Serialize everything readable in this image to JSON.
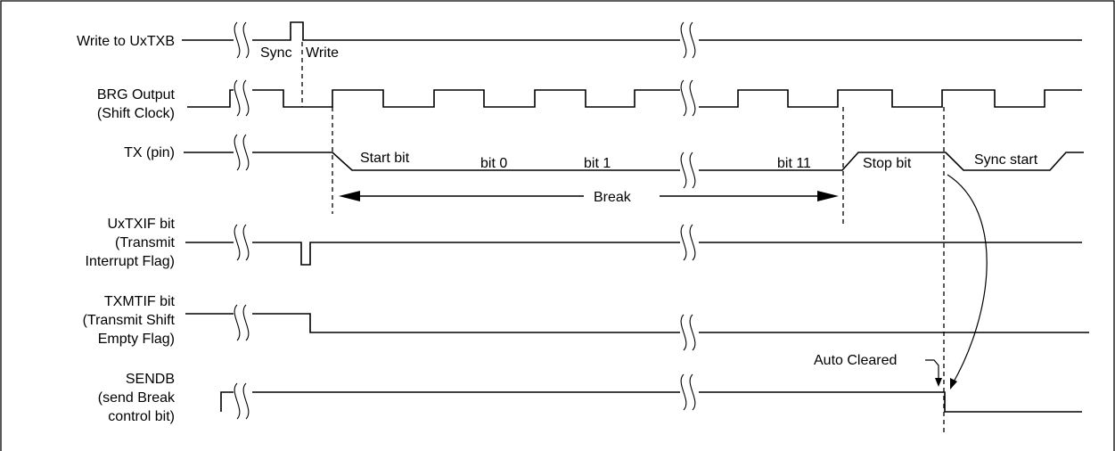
{
  "signals": [
    {
      "id": "write",
      "label_lines": [
        "Write to UxTXB"
      ]
    },
    {
      "id": "brg",
      "label_lines": [
        "BRG Output",
        "(Shift Clock)"
      ]
    },
    {
      "id": "tx",
      "label_lines": [
        "TX (pin)"
      ]
    },
    {
      "id": "uxtxif",
      "label_lines": [
        "UxTXIF bit",
        "(Transmit",
        "Interrupt Flag)"
      ]
    },
    {
      "id": "txmtif",
      "label_lines": [
        "TXMTIF bit",
        "(Transmit Shift",
        "Empty Flag)"
      ]
    },
    {
      "id": "sendb",
      "label_lines": [
        "SENDB",
        "(send Break",
        "control bit)"
      ]
    }
  ],
  "annotations": {
    "sync": "Sync",
    "write": "Write",
    "start_bit": "Start bit",
    "bit0": "bit 0",
    "bit1": "bit 1",
    "bit11": "bit 11",
    "stop_bit": "Stop bit",
    "sync_start": "Sync start",
    "break": "Break",
    "auto_cleared": "Auto Cleared"
  }
}
